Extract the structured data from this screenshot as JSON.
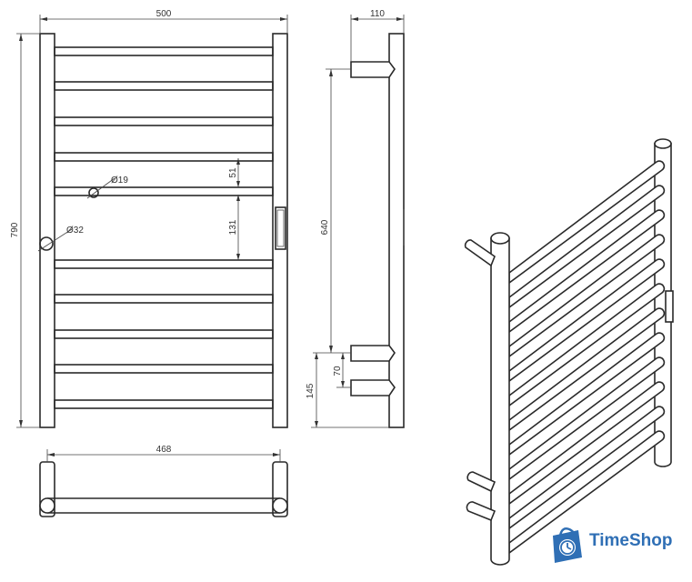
{
  "dimensions": {
    "width_total": "500",
    "height_total": "790",
    "depth": "110",
    "inner_width": "468",
    "bar_diameter": "Ø19",
    "post_diameter": "Ø32",
    "bar_gap_small": "51",
    "bar_gap_large": "131",
    "mount_span": "640",
    "mount_offset": "70",
    "bottom_offset": "145"
  },
  "logo": {
    "text": "TimeShop",
    "icon": "shopping-bag-clock-icon",
    "color": "#2f6fb5"
  }
}
